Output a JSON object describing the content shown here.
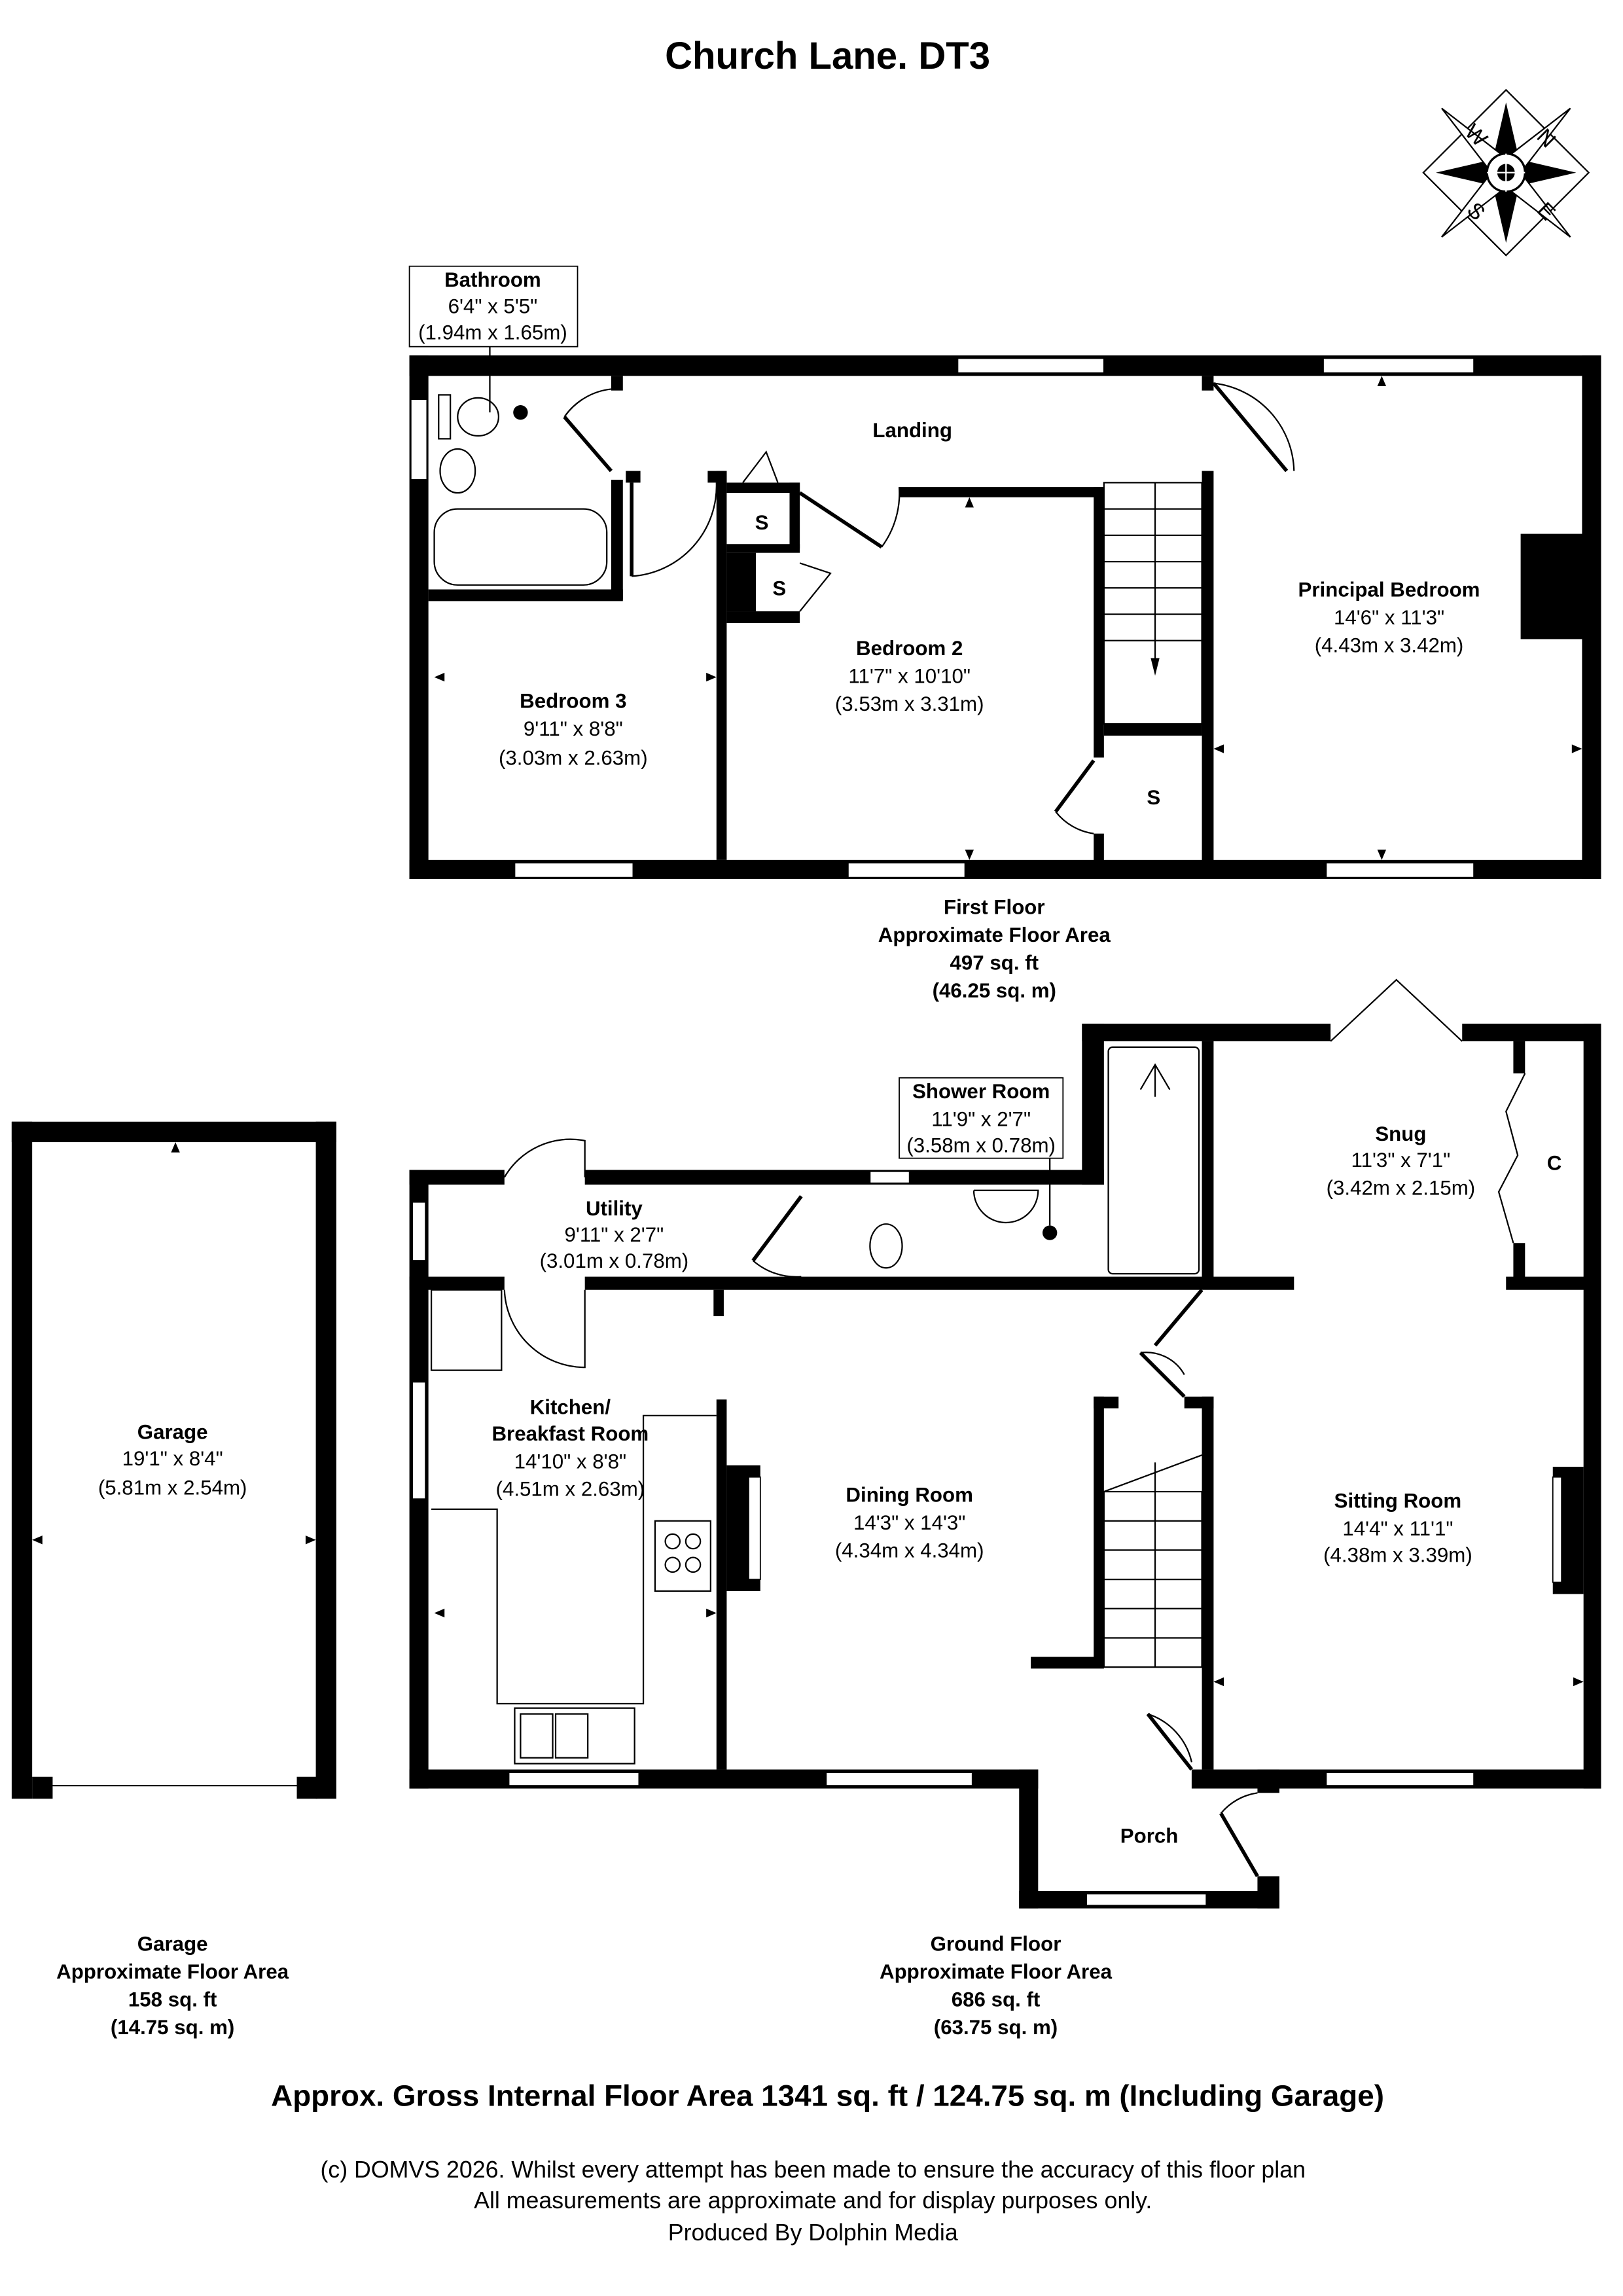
{
  "title": "Church Lane. DT3",
  "compass": {
    "north": "N",
    "east": "E",
    "south": "S",
    "west": "W"
  },
  "first_floor": {
    "rooms": {
      "bathroom": {
        "name": "Bathroom",
        "imperial": "6'4\" x 5'5\"",
        "metric": "(1.94m x 1.65m)"
      },
      "landing": {
        "name": "Landing"
      },
      "bedroom2": {
        "name": "Bedroom 2",
        "imperial": "11'7\" x 10'10\"",
        "metric": "(3.53m x 3.31m)"
      },
      "bedroom3": {
        "name": "Bedroom 3",
        "imperial": "9'11\" x 8'8\"",
        "metric": "(3.03m x 2.63m)"
      },
      "principal": {
        "name": "Principal Bedroom",
        "imperial": "14'6\" x 11'3\"",
        "metric": "(4.43m x 3.42m)"
      },
      "storage": "S"
    },
    "area": {
      "label": "First Floor",
      "sublabel": "Approximate Floor Area",
      "sqft": "497 sq. ft",
      "sqm": "(46.25 sq. m)"
    }
  },
  "ground_floor": {
    "rooms": {
      "shower": {
        "name": "Shower Room",
        "imperial": "11'9\" x 2'7\"",
        "metric": "(3.58m x 0.78m)"
      },
      "utility": {
        "name": "Utility",
        "imperial": "9'11\" x 2'7\"",
        "metric": "(3.01m x 0.78m)"
      },
      "snug": {
        "name": "Snug",
        "imperial": "11'3\" x 7'1\"",
        "metric": "(3.42m x 2.15m)"
      },
      "cupboard": "C",
      "kitchen": {
        "name1": "Kitchen/",
        "name2": "Breakfast Room",
        "imperial": "14'10\" x  8'8\"",
        "metric": "(4.51m x 2.63m)"
      },
      "dining": {
        "name": "Dining Room",
        "imperial": "14'3\" x 14'3\"",
        "metric": "(4.34m x 4.34m)"
      },
      "sitting": {
        "name": "Sitting Room",
        "imperial": "14'4\" x 11'1\"",
        "metric": "(4.38m x 3.39m)"
      },
      "porch": {
        "name": "Porch"
      }
    },
    "area": {
      "label": "Ground Floor",
      "sublabel": "Approximate Floor Area",
      "sqft": "686 sq. ft",
      "sqm": "(63.75 sq. m)"
    }
  },
  "garage": {
    "room": {
      "name": "Garage",
      "imperial": "19'1\" x 8'4\"",
      "metric": "(5.81m x 2.54m)"
    },
    "area": {
      "label": "Garage",
      "sublabel": "Approximate Floor Area",
      "sqft": "158 sq. ft",
      "sqm": "(14.75 sq. m)"
    }
  },
  "gross_area": "Approx. Gross Internal Floor Area 1341 sq. ft / 124.75 sq. m (Including Garage)",
  "footer": [
    "(c) DOMVS 2026. Whilst every attempt has been made to ensure the accuracy of this floor plan",
    "All measurements are approximate and for display purposes only.",
    "Produced By Dolphin Media"
  ]
}
